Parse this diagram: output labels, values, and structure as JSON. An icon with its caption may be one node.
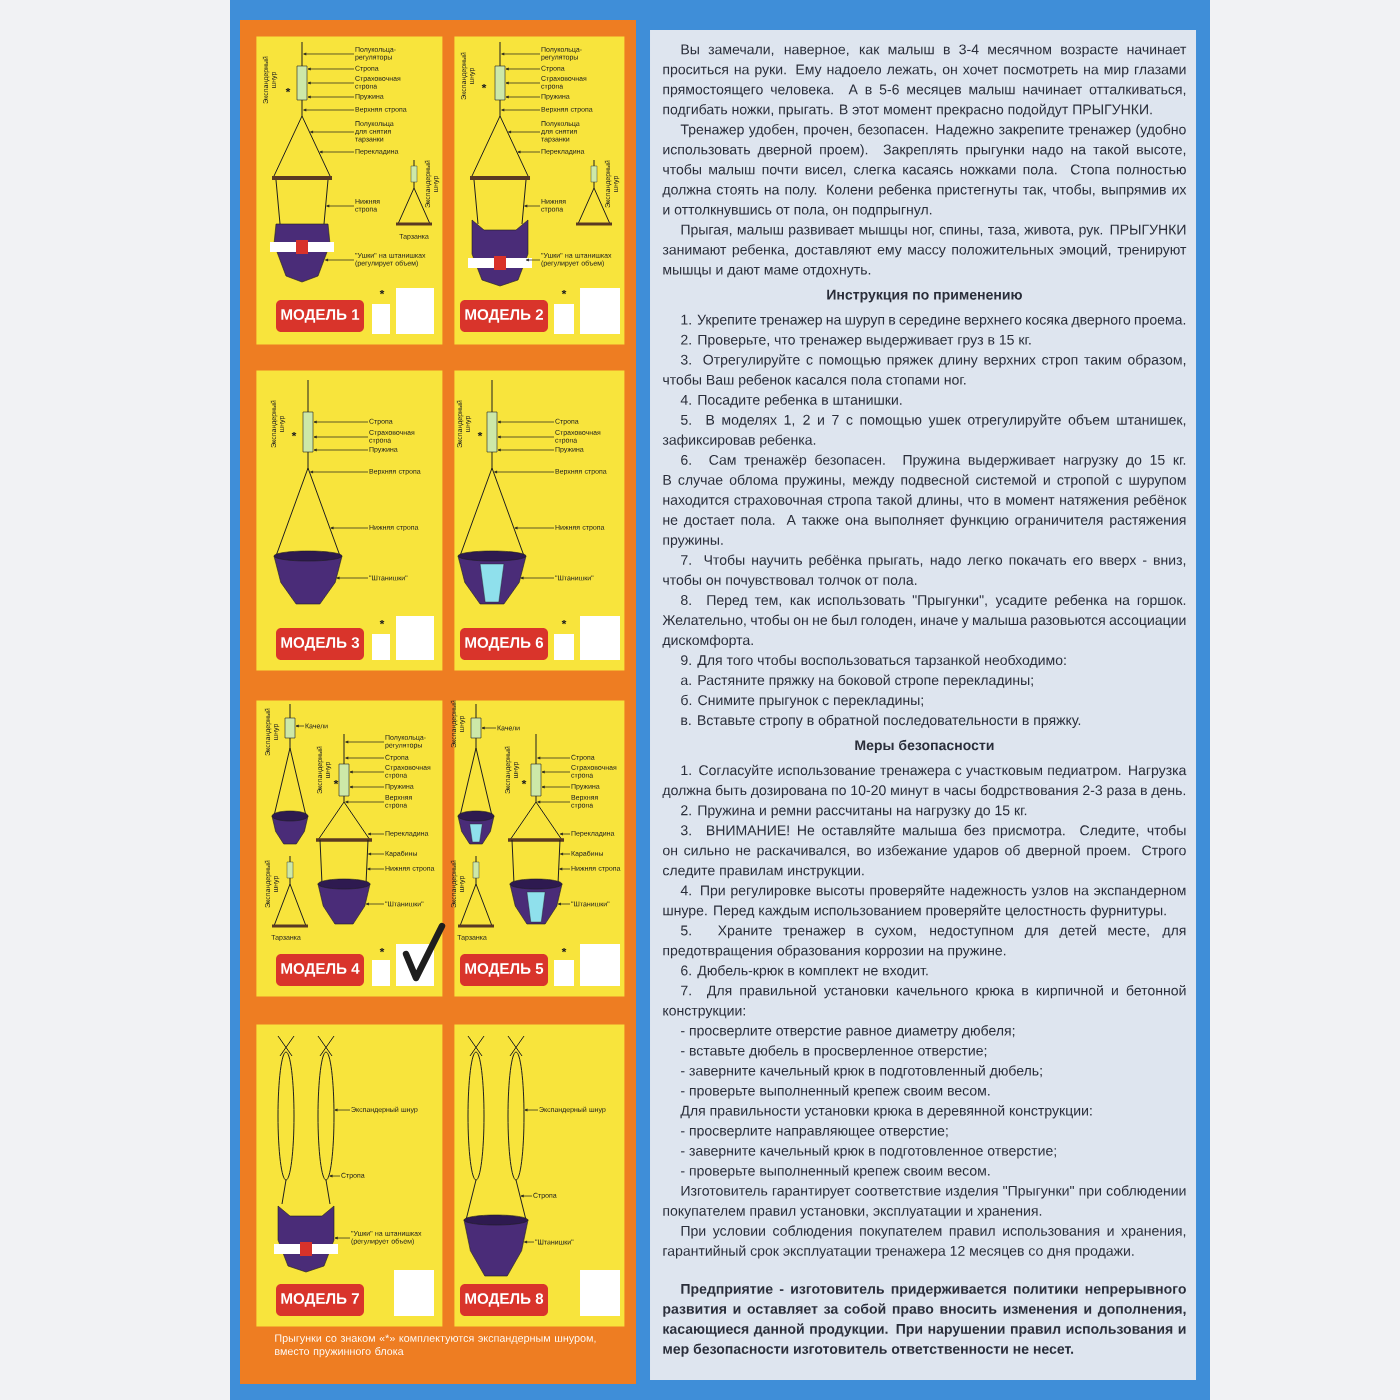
{
  "diagram": {
    "nodes": [
      {
        "text": [
          "МОДЕЛЬ 1"
        ]
      },
      {
        "text": [
          "МОДЕЛЬ 2"
        ]
      },
      {
        "text": [
          "МОДЕЛЬ 3"
        ]
      },
      {
        "text": [
          "МОДЕЛЬ 6"
        ]
      },
      {
        "text": [
          "МОДЕЛЬ 4"
        ]
      },
      {
        "text": [
          "МОДЕЛЬ 5"
        ]
      },
      {
        "text": [
          "МОДЕЛЬ 7"
        ]
      },
      {
        "text": [
          "МОДЕЛЬ 8"
        ]
      },
      {
        "text": [
          "Полукольца-регуляторы"
        ],
        "in": 0
      },
      {
        "text": [
          "Стропа"
        ],
        "in": 0
      },
      {
        "text": [
          "Страховочная стропа"
        ],
        "in": 0
      },
      {
        "text": [
          "Пружина"
        ],
        "in": 0
      },
      {
        "text": [
          "Верхняя стропа"
        ],
        "in": 0
      },
      {
        "text": [
          "Полукольца для снятия тарзанки"
        ],
        "in": 0
      },
      {
        "text": [
          "Перекладина"
        ],
        "in": 0
      },
      {
        "text": [
          "Нижняя стропа"
        ],
        "in": 0
      },
      {
        "text": [
          "\"Ушки\" на штанишках (регулирует объем)"
        ],
        "in": 0
      },
      {
        "text": [
          "Полукольца-регуляторы"
        ],
        "in": 1
      },
      {
        "text": [
          "Стропа"
        ],
        "in": 1
      },
      {
        "text": [
          "Страховочная стропа"
        ],
        "in": 1
      },
      {
        "text": [
          "Пружина"
        ],
        "in": 1
      },
      {
        "text": [
          "Верхняя стропа"
        ],
        "in": 1
      },
      {
        "text": [
          "Полукольца для снятия тарзанки"
        ],
        "in": 1
      },
      {
        "text": [
          "Перекладина"
        ],
        "in": 1
      },
      {
        "text": [
          "Нижняя стропа"
        ],
        "in": 1
      },
      {
        "text": [
          "\"Ушки\" на штанишках (регулирует объем)"
        ],
        "in": 1
      },
      {
        "text": [
          "Стропа"
        ],
        "in": 2
      },
      {
        "text": [
          "Страховочная стропа"
        ],
        "in": 2
      },
      {
        "text": [
          "Пружина"
        ],
        "in": 2
      },
      {
        "text": [
          "Верхняя стропа"
        ],
        "in": 2
      },
      {
        "text": [
          "Нижняя стропа"
        ],
        "in": 2
      },
      {
        "text": [
          "\"Штанишки\""
        ],
        "in": 2
      },
      {
        "text": [
          "Стропа"
        ],
        "in": 3
      },
      {
        "text": [
          "Страховочная стропа"
        ],
        "in": 3
      },
      {
        "text": [
          "Пружина"
        ],
        "in": 3
      },
      {
        "text": [
          "Верхняя стропа"
        ],
        "in": 3
      },
      {
        "text": [
          "Нижняя стропа"
        ],
        "in": 3
      },
      {
        "text": [
          "\"Штанишки\""
        ],
        "in": 3
      },
      {
        "text": [
          "Качели"
        ],
        "in": 4
      },
      {
        "text": [
          "Полукольца-регуляторы"
        ],
        "in": 4
      },
      {
        "text": [
          "Стропа"
        ],
        "in": 4
      },
      {
        "text": [
          "Страховочная стропа"
        ],
        "in": 4
      },
      {
        "text": [
          "Пружина"
        ],
        "in": 4
      },
      {
        "text": [
          "Верхняя стропа"
        ],
        "in": 4
      },
      {
        "text": [
          "Перекладина"
        ],
        "in": 4
      },
      {
        "text": [
          "Карабины"
        ],
        "in": 4
      },
      {
        "text": [
          "Нижняя стропа"
        ],
        "in": 4
      },
      {
        "text": [
          "\"Штанишки\""
        ],
        "in": 4
      },
      {
        "text": [
          "Качели"
        ],
        "in": 5
      },
      {
        "text": [
          "Стропа"
        ],
        "in": 5
      },
      {
        "text": [
          "Страховочная стропа"
        ],
        "in": 5
      },
      {
        "text": [
          "Пружина"
        ],
        "in": 5
      },
      {
        "text": [
          "Верхняя стропа"
        ],
        "in": 5
      },
      {
        "text": [
          "Перекладина"
        ],
        "in": 5
      },
      {
        "text": [
          "Карабины"
        ],
        "in": 5
      },
      {
        "text": [
          "Нижняя стропа"
        ],
        "in": 5
      },
      {
        "text": [
          "\"Штанишки\""
        ],
        "in": 5
      },
      {
        "text": [
          "Экспандерный шнур"
        ],
        "in": 6
      },
      {
        "text": [
          "Стропа"
        ],
        "in": 6
      },
      {
        "text": [
          "\"Ушки\" на штанишках (регулирует объем)"
        ],
        "in": 6
      },
      {
        "text": [
          "Экспандерный шнур"
        ],
        "in": 7
      },
      {
        "text": [
          "Стропа"
        ],
        "in": 7
      },
      {
        "text": [
          "\"Штанишки\""
        ],
        "in": 7
      },
      {
        "text": [],
        "shape": "picture",
        "in": 0
      },
      {
        "text": [],
        "shape": "picture",
        "in": 1
      },
      {
        "text": [],
        "shape": "picture",
        "in": 2
      },
      {
        "text": [],
        "shape": "picture",
        "in": 3
      },
      {
        "text": [],
        "shape": "picture",
        "in": 4
      },
      {
        "text": [],
        "shape": "picture",
        "in": 4
      },
      {
        "text": [],
        "shape": "picture",
        "in": 5
      },
      {
        "text": [],
        "shape": "picture",
        "in": 5
      },
      {
        "text": [],
        "shape": "picture",
        "in": 6
      },
      {
        "text": [],
        "shape": "picture",
        "in": 7
      }
    ],
    "edges": [
      {
        "from": 8,
        "to": 63,
        "arrow": "to"
      },
      {
        "from": 9,
        "to": 63,
        "arrow": "to"
      },
      {
        "from": 10,
        "to": 63,
        "arrow": "to"
      },
      {
        "from": 11,
        "to": 63,
        "arrow": "to"
      },
      {
        "from": 12,
        "to": 63,
        "arrow": "to"
      },
      {
        "from": 13,
        "to": 63,
        "arrow": "to"
      },
      {
        "from": 14,
        "to": 63,
        "arrow": "to"
      },
      {
        "from": 15,
        "to": 63,
        "arrow": "to"
      },
      {
        "from": 16,
        "to": 63,
        "arrow": "to"
      },
      {
        "from": 17,
        "to": 64,
        "arrow": "to"
      },
      {
        "from": 18,
        "to": 64,
        "arrow": "to"
      },
      {
        "from": 19,
        "to": 64,
        "arrow": "to"
      },
      {
        "from": 20,
        "to": 64,
        "arrow": "to"
      },
      {
        "from": 21,
        "to": 64,
        "arrow": "to"
      },
      {
        "from": 22,
        "to": 64,
        "arrow": "to"
      },
      {
        "from": 23,
        "to": 64,
        "arrow": "to"
      },
      {
        "from": 24,
        "to": 64,
        "arrow": "to"
      },
      {
        "from": 25,
        "to": 64,
        "arrow": "to"
      },
      {
        "from": 26,
        "to": 65,
        "arrow": "to"
      },
      {
        "from": 27,
        "to": 65,
        "arrow": "to"
      },
      {
        "from": 28,
        "to": 65,
        "arrow": "to"
      },
      {
        "from": 29,
        "to": 65,
        "arrow": "to"
      },
      {
        "from": 30,
        "to": 65,
        "arrow": "to"
      },
      {
        "from": 31,
        "to": 65,
        "arrow": "to"
      },
      {
        "from": 32,
        "to": 66,
        "arrow": "to"
      },
      {
        "from": 33,
        "to": 66,
        "arrow": "to"
      },
      {
        "from": 34,
        "to": 66,
        "arrow": "to"
      },
      {
        "from": 35,
        "to": 66,
        "arrow": "to"
      },
      {
        "from": 36,
        "to": 66,
        "arrow": "to"
      },
      {
        "from": 37,
        "to": 66,
        "arrow": "to"
      },
      {
        "from": 38,
        "to": 67,
        "arrow": "to"
      },
      {
        "from": 39,
        "to": 68,
        "arrow": "to"
      },
      {
        "from": 40,
        "to": 68,
        "arrow": "to"
      },
      {
        "from": 41,
        "to": 68,
        "arrow": "to"
      },
      {
        "from": 42,
        "to": 68,
        "arrow": "to"
      },
      {
        "from": 43,
        "to": 68,
        "arrow": "to"
      },
      {
        "from": 44,
        "to": 68,
        "arrow": "to"
      },
      {
        "from": 45,
        "to": 68,
        "arrow": "to"
      },
      {
        "from": 46,
        "to": 68,
        "arrow": "to"
      },
      {
        "from": 47,
        "to": 68,
        "arrow": "to"
      },
      {
        "from": 48,
        "to": 69,
        "arrow": "to"
      },
      {
        "from": 49,
        "to": 70,
        "arrow": "to"
      },
      {
        "from": 50,
        "to": 70,
        "arrow": "to"
      },
      {
        "from": 51,
        "to": 70,
        "arrow": "to"
      },
      {
        "from": 52,
        "to": 70,
        "arrow": "to"
      },
      {
        "from": 53,
        "to": 70,
        "arrow": "to"
      },
      {
        "from": 54,
        "to": 70,
        "arrow": "to"
      },
      {
        "from": 55,
        "to": 70,
        "arrow": "to"
      },
      {
        "from": 56,
        "to": 70,
        "arrow": "to"
      },
      {
        "from": 57,
        "to": 71,
        "arrow": "to"
      },
      {
        "from": 58,
        "to": 71,
        "arrow": "to"
      },
      {
        "from": 59,
        "to": 71,
        "arrow": "to"
      },
      {
        "from": 60,
        "to": 72,
        "arrow": "to"
      },
      {
        "from": 61,
        "to": 72,
        "arrow": "to"
      },
      {
        "from": 62,
        "to": 72,
        "arrow": "to"
      }
    ],
    "labels": [
      "Экспандерный шнур",
      "*",
      "Экспандерный шнур",
      "Тарзанка",
      "*",
      "Экспандерный шнур",
      "*",
      "Экспандерный шнур",
      "*",
      "Экспандерный шнур",
      "*",
      "*",
      "Экспандерный шнур",
      "*",
      "*",
      "Экспандерный шнур",
      "Экспандерный шнур",
      "*",
      "Экспандерный шнур",
      "Тарзанка",
      "*",
      "Экспандерный шнур",
      "Экспандерный шнур",
      "*",
      "Экспандерный шнур",
      "Тарзанка",
      "*",
      "Прыгунки со знаком «*» комплектуются экспандерным шнуром, вместо пружинного блока",
      "Вы замечали, наверное, как малыш в 3-4 месячном возрасте начинает проситься на руки. Ему надоело лежать, он хочет посмотреть на мир глазами прямостоящего человека. А в 5-6 месяцев малыш начинает отталкиваться, подгибать ножки, прыгать. В этот момент прекрасно подойдут ПРЫГУНКИ.",
      "Тренажер удобен, прочен, безопасен. Надежно закрепите тренажер (удобно использовать дверной проем). Закреплять прыгунки надо на такой высоте, чтобы малыш почти висел, слегка касаясь ножками пола. Стопа полностью должна стоять на полу. Колени ребенка пристегнуты так, чтобы, выпрямив их и оттолкнувшись от пола, он подпрыгнул.",
      "Прыгая, малыш развивает мышцы ног, спины, таза, живота, рук. ПРЫГУНКИ занимают ребенка, доставляют ему массу положительных эмоций, тренируют мышцы и дают маме отдохнуть.",
      "Инструкция по применению",
      "1. Укрепите тренажер на шуруп в середине верхнего косяка дверного проема.",
      "2. Проверьте, что тренажер выдерживает груз в 15 кг.",
      "3. Отрегулируйте с помощью пряжек длину верхних строп таким образом, чтобы Ваш ребенок касался пола стопами ног.",
      "4. Посадите ребенка в штанишки.",
      "5. В моделях 1, 2 и 7 с помощью ушек отрегулируйте объем штанишек, зафиксировав ребенка.",
      "6. Сам тренажёр безопасен. Пружина выдерживает нагрузку до 15 кг. В случае облома пружины, между подвесной системой и стропой с шурупом находится страховочная стропа такой длины, что в момент натяжения ребёнок не достает пола. А также она выполняет функцию ограничителя растяжения пружины.",
      "7. Чтобы научить ребёнка прыгать, надо легко покачать его вверх - вниз, чтобы он почувствовал толчок от пола.",
      "8. Перед тем, как использовать \"Прыгунки\", усадите ребенка на горшок. Желательно, чтобы он не был голоден, иначе у малыша разовьются ассоциации дискомфорта.",
      "9. Для того чтобы воспользоваться тарзанкой необходимо:",
      "а. Растяните пряжку на боковой стропе перекладины;",
      "б. Снимите прыгунок с перекладины;",
      "в. Вставьте стропу в обратной последовательности в пряжку.",
      "Меры безопасности",
      "1. Согласуйте использование тренажера с участковым педиатром. Нагрузка должна быть дозирована по 10-20 минут в часы бодрствования 2-3 раза в день.",
      "2. Пружина и ремни рассчитаны на нагрузку до 15 кг.",
      "3. ВНИМАНИЕ! Не оставляйте малыша без присмотра. Следите, чтобы он сильно не раскачивался, во избежание ударов об дверной проем. Строго следите правилам инструкции.",
      "4. При регулировке высоты проверяйте надежность узлов на экспандерном шнуре. Перед каждым использованием проверяйте целостность фурнитуры.",
      "5. Храните тренажер в сухом, недоступном для детей месте, для предотвращения образования коррозии на пружине.",
      "6. Дюбель-крюк в комплект не входит.",
      "7. Для правильной установки качельного крюка в кирпичной и бетонной конструкции:",
      "- просверлите отверстие равное диаметру дюбеля;",
      "- вставьте дюбель в просверленное отверстие;",
      "- заверните качельный крюк в подготовленный дюбель;",
      "- проверьте выполненный крепеж своим весом.",
      "Для правильности установки крюка в деревянной конструкции:",
      "- просверлите направляющее отверстие;",
      "- заверните качельный крюк в подготовленное отверстие;",
      "- проверьте выполненный крепеж своим весом.",
      "Изготовитель гарантирует соответствие изделия \"Прыгунки\" при соблюдении покупателем правил установки, эксплуатации и хранения.",
      "При условии соблюдения покупателем правил использования и хранения, гарантийный срок эксплуатации тренажера 12 месяцев со дня продажи.",
      "Предприятие - изготовитель придерживается политики непрерывного развития и оставляет за собой право вносить изменения и дополнения, касающиеся данной продукции. При нарушении правил использования и мер безопасности изготовитель ответственности не несет."
    ]
  }
}
